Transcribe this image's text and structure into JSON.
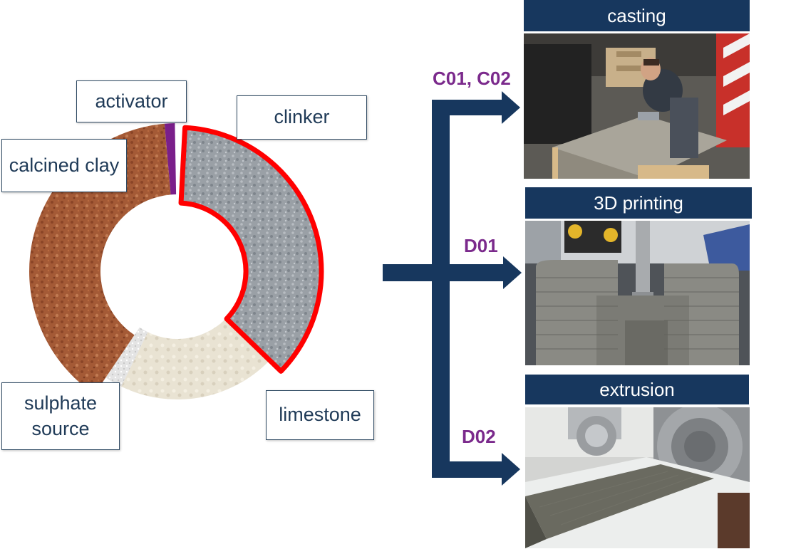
{
  "ring_components": [
    {
      "id": "clinker",
      "label": "clinker",
      "highlighted": true
    },
    {
      "id": "limestone",
      "label": "limestone"
    },
    {
      "id": "sulphate",
      "label": "sulphate source"
    },
    {
      "id": "calcined_clay",
      "label": "calcined clay"
    },
    {
      "id": "activator",
      "label": "activator"
    }
  ],
  "labels": {
    "activator": "activator",
    "clinker": "clinker",
    "calcined_clay": "calcined clay",
    "sulphate_line1": "sulphate",
    "sulphate_line2": "source",
    "limestone": "limestone"
  },
  "branches": [
    {
      "code": "C01, C02",
      "process": "casting"
    },
    {
      "code": "D01",
      "process": "3D printing"
    },
    {
      "code": "D02",
      "process": "extrusion"
    }
  ],
  "colors": {
    "navy": "#17375e",
    "branch_label": "#7b2a8c",
    "highlight": "#ff0000",
    "activator": "#7a1f8a",
    "clinker": "#9aa0a6",
    "limestone": "#e9e3d3",
    "sulphate": "#e6e6e6",
    "calcined_clay": "#a45a36"
  }
}
